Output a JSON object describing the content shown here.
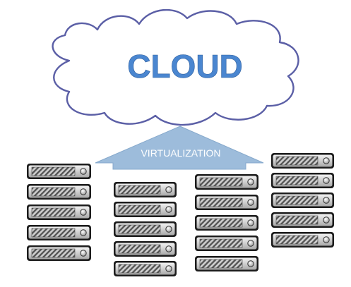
{
  "diagram": {
    "cloud": {
      "label": "CLOUD"
    },
    "arrow": {
      "label": "VIRTUALIZATION"
    },
    "server_stacks": [
      {
        "unit_count": 5
      },
      {
        "unit_count": 5
      },
      {
        "unit_count": 5
      },
      {
        "unit_count": 5
      }
    ]
  },
  "colors": {
    "cloud_fill": "#ffffff",
    "cloud_outline": "#5b5fa6",
    "cloud_text": "#4a86d0",
    "arrow_fill": "#9dbcdb",
    "arrow_text": "#ffffff",
    "server_frame": "#1c1c1c",
    "server_face": "#d0d0d0",
    "vent_stripes": "#555555",
    "power_button": "#e8e8e8"
  },
  "icons": [
    "cloud-icon",
    "up-arrow-icon",
    "rack-server-icon"
  ]
}
